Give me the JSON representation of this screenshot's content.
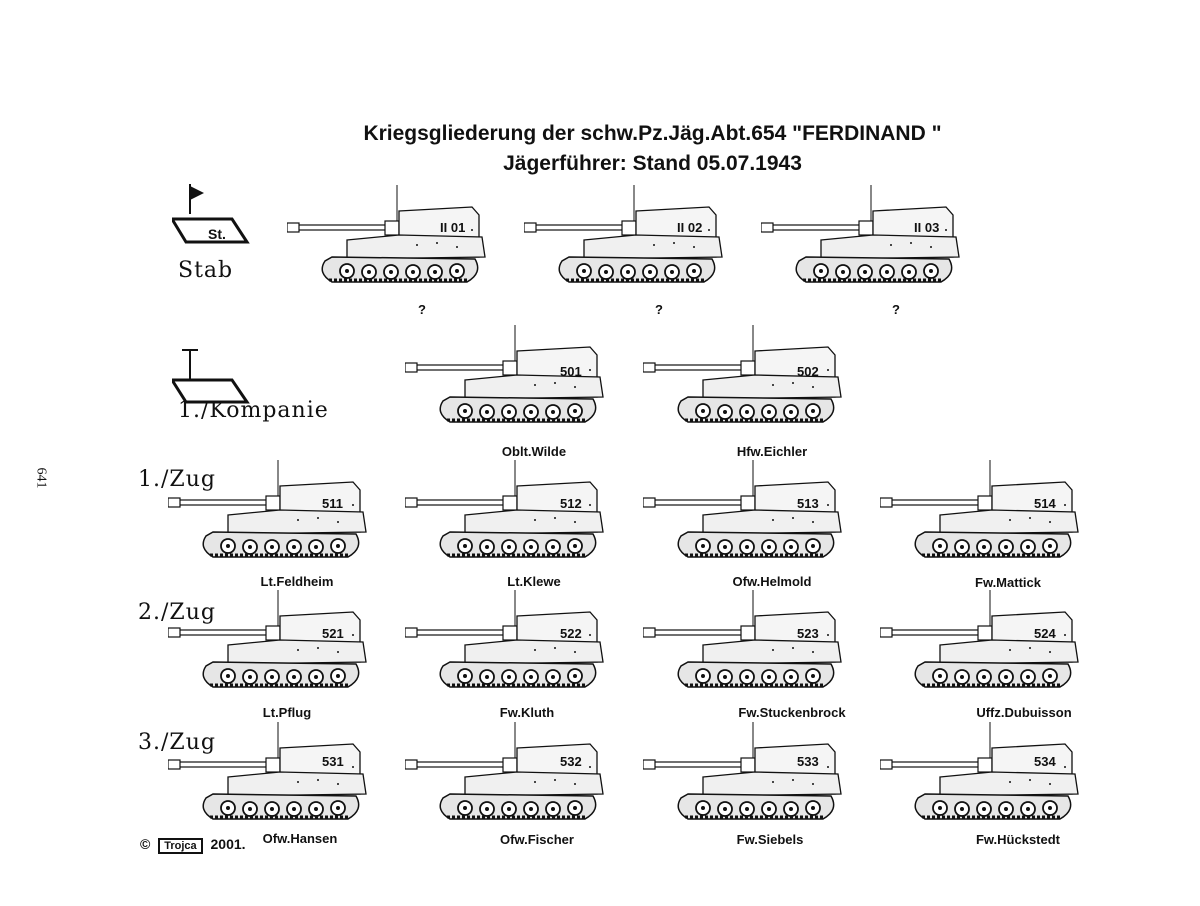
{
  "title_line1": "Kriegsgliederung der schw.Pz.Jäg.Abt.654  \"FERDINAND \"",
  "title_line2": "Jägerführer: Stand 05.07.1943",
  "page_number": "641",
  "copyright": {
    "symbol": "©",
    "logo": "Trojca",
    "year": "2001."
  },
  "symbols": {
    "stab_flag_text": "St."
  },
  "labels": {
    "stab": "Stab",
    "kompanie": "1./Kompanie",
    "zug1": "1./Zug",
    "zug2": "2./Zug",
    "zug3": "3./Zug"
  },
  "stab": [
    {
      "number": "II 01",
      "commander": "?"
    },
    {
      "number": "II 02",
      "commander": "?"
    },
    {
      "number": "II 03",
      "commander": "?"
    }
  ],
  "kompanie": [
    {
      "number": "501",
      "commander": "Oblt.Wilde"
    },
    {
      "number": "502",
      "commander": "Hfw.Eichler"
    }
  ],
  "zug1": [
    {
      "number": "511",
      "commander": "Lt.Feldheim"
    },
    {
      "number": "512",
      "commander": "Lt.Klewe"
    },
    {
      "number": "513",
      "commander": "Ofw.Helmold"
    },
    {
      "number": "514",
      "commander": "Fw.Mattick"
    }
  ],
  "zug2": [
    {
      "number": "521",
      "commander": "Lt.Pflug"
    },
    {
      "number": "522",
      "commander": "Fw.Kluth"
    },
    {
      "number": "523",
      "commander": "Fw.Stuckenbrock"
    },
    {
      "number": "524",
      "commander": "Uffz.Dubuisson"
    }
  ],
  "zug3": [
    {
      "number": "531",
      "commander": "Ofw.Hansen"
    },
    {
      "number": "532",
      "commander": "Ofw.Fischer"
    },
    {
      "number": "533",
      "commander": "Fw.Siebels"
    },
    {
      "number": "534",
      "commander": "Fw.Hückstedt"
    }
  ]
}
